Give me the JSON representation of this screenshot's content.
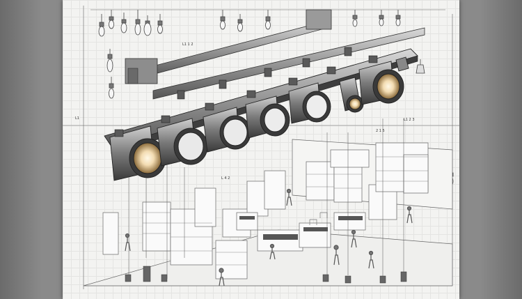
{
  "labels": {
    "top_center_a": "",
    "top_center_b": "",
    "upper_left_a": "",
    "upper_left_b": "",
    "scale_a": "L1 1 2",
    "mid_upper_a": "",
    "mid_upper_b": "",
    "right_top_a": "",
    "right_top_b": "",
    "right_mid_a": "L1 2 3",
    "left_marker": "L1",
    "center_mid_a": "",
    "center_mid_b": "",
    "center_right_a": "2 1 5",
    "center_right_b": "",
    "mid_low_a": "",
    "mid_low_b": "L 4 2",
    "left_low_a": "",
    "left_low_b": "",
    "right_edge_a": "",
    "bottom_left": "",
    "bottom_center": "",
    "bottom_right_a": "",
    "bottom_right_b": ""
  },
  "colors": {
    "paper": "#f3f3f1",
    "grid": "#e4e4e2",
    "ink": "#2b2b2b",
    "metal_dark": "#4a4a4a",
    "metal_mid": "#8e8e8e",
    "lamp_glow": "#f3dcb2"
  }
}
